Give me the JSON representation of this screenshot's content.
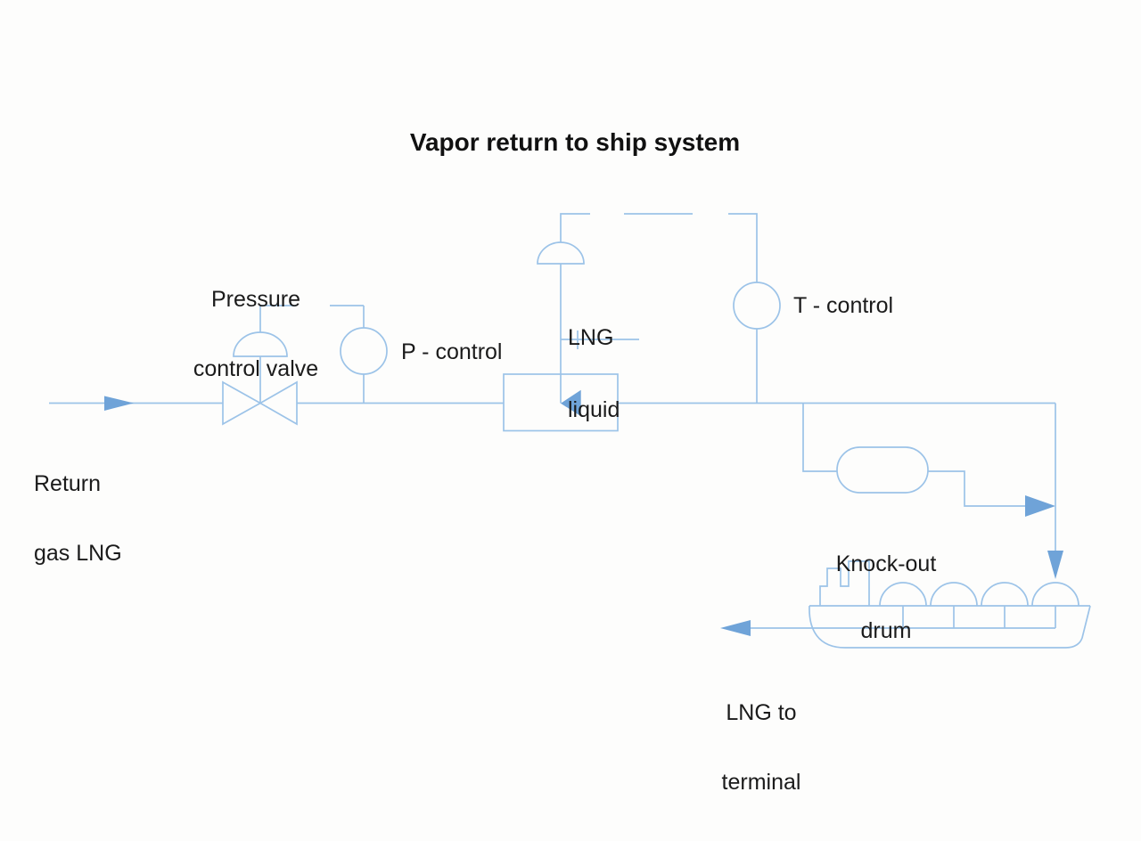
{
  "title": "Vapor return to ship system",
  "colors": {
    "line": "#9cc3e8",
    "arrow_fill": "#6fa3d8",
    "text": "#1b1b1b",
    "background": "#fdfdfc"
  },
  "labels": {
    "return_gas": [
      "Return",
      "gas LNG"
    ],
    "pressure_control_valve": [
      "Pressure",
      "control valve"
    ],
    "p_control": "P - control",
    "lng_liquid": [
      "LNG",
      "liquid"
    ],
    "t_control": "T - control",
    "knock_out_drum": [
      "Knock-out",
      "drum"
    ],
    "lng_to_terminal": [
      "LNG to",
      "terminal"
    ]
  }
}
